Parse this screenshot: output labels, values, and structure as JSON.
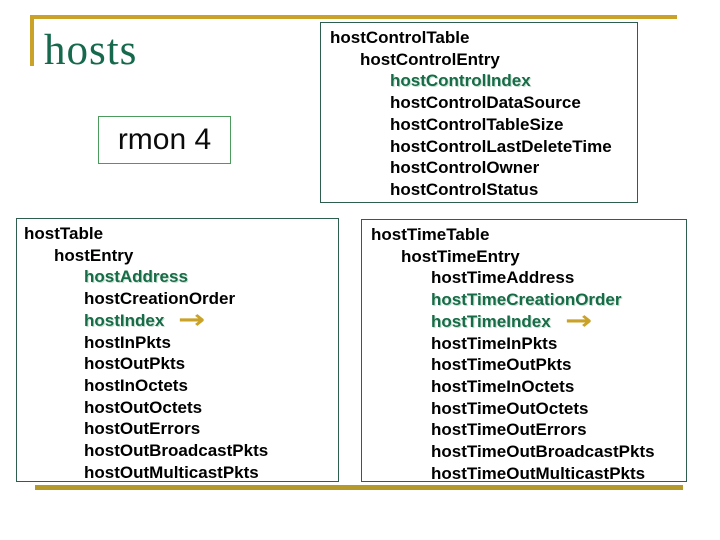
{
  "slide": {
    "title": "hosts",
    "rmon_label": "rmon 4",
    "arrow_glyph": "→"
  },
  "colors": {
    "title_green": "#17694E",
    "highlight_green": "#176B46",
    "accent_gold": "#C9A227",
    "footer_gold": "#B5992B",
    "box_border": "#2E5E4E",
    "rmon_border": "#4C9A5C",
    "body_text": "#000000"
  },
  "boxes": {
    "host_control": {
      "items": [
        {
          "text": "hostControlTable",
          "indent": 0,
          "highlight": false,
          "arrow": false
        },
        {
          "text": "hostControlEntry",
          "indent": 1,
          "highlight": false,
          "arrow": false
        },
        {
          "text": "hostControlIndex",
          "indent": 2,
          "highlight": true,
          "arrow": false
        },
        {
          "text": "hostControlDataSource",
          "indent": 2,
          "highlight": false,
          "arrow": false
        },
        {
          "text": "hostControlTableSize",
          "indent": 2,
          "highlight": false,
          "arrow": false
        },
        {
          "text": "hostControlLastDeleteTime",
          "indent": 2,
          "highlight": false,
          "arrow": false
        },
        {
          "text": "hostControlOwner",
          "indent": 2,
          "highlight": false,
          "arrow": false
        },
        {
          "text": "hostControlStatus",
          "indent": 2,
          "highlight": false,
          "arrow": false
        }
      ]
    },
    "host": {
      "items": [
        {
          "text": "hostTable",
          "indent": 0,
          "highlight": false,
          "arrow": false
        },
        {
          "text": "hostEntry",
          "indent": 1,
          "highlight": false,
          "arrow": false
        },
        {
          "text": "hostAddress",
          "indent": 2,
          "highlight": true,
          "arrow": false
        },
        {
          "text": "hostCreationOrder",
          "indent": 2,
          "highlight": false,
          "arrow": false
        },
        {
          "text": "hostIndex",
          "indent": 2,
          "highlight": true,
          "arrow": true
        },
        {
          "text": "hostInPkts",
          "indent": 2,
          "highlight": false,
          "arrow": false
        },
        {
          "text": "hostOutPkts",
          "indent": 2,
          "highlight": false,
          "arrow": false
        },
        {
          "text": "hostInOctets",
          "indent": 2,
          "highlight": false,
          "arrow": false
        },
        {
          "text": "hostOutOctets",
          "indent": 2,
          "highlight": false,
          "arrow": false
        },
        {
          "text": "hostOutErrors",
          "indent": 2,
          "highlight": false,
          "arrow": false
        },
        {
          "text": "hostOutBroadcastPkts",
          "indent": 2,
          "highlight": false,
          "arrow": false
        },
        {
          "text": "hostOutMulticastPkts",
          "indent": 2,
          "highlight": false,
          "arrow": false
        }
      ]
    },
    "host_time": {
      "items": [
        {
          "text": "hostTimeTable",
          "indent": 0,
          "highlight": false,
          "arrow": false
        },
        {
          "text": "hostTimeEntry",
          "indent": 1,
          "highlight": false,
          "arrow": false
        },
        {
          "text": "hostTimeAddress",
          "indent": 2,
          "highlight": false,
          "arrow": false
        },
        {
          "text": "hostTimeCreationOrder",
          "indent": 2,
          "highlight": true,
          "arrow": false
        },
        {
          "text": "hostTimeIndex",
          "indent": 2,
          "highlight": true,
          "arrow": true
        },
        {
          "text": "hostTimeInPkts",
          "indent": 2,
          "highlight": false,
          "arrow": false
        },
        {
          "text": "hostTimeOutPkts",
          "indent": 2,
          "highlight": false,
          "arrow": false
        },
        {
          "text": "hostTimeInOctets",
          "indent": 2,
          "highlight": false,
          "arrow": false
        },
        {
          "text": "hostTimeOutOctets",
          "indent": 2,
          "highlight": false,
          "arrow": false
        },
        {
          "text": "hostTimeOutErrors",
          "indent": 2,
          "highlight": false,
          "arrow": false
        },
        {
          "text": "hostTimeOutBroadcastPkts",
          "indent": 2,
          "highlight": false,
          "arrow": false
        },
        {
          "text": "hostTimeOutMulticastPkts",
          "indent": 2,
          "highlight": false,
          "arrow": false
        }
      ]
    }
  }
}
